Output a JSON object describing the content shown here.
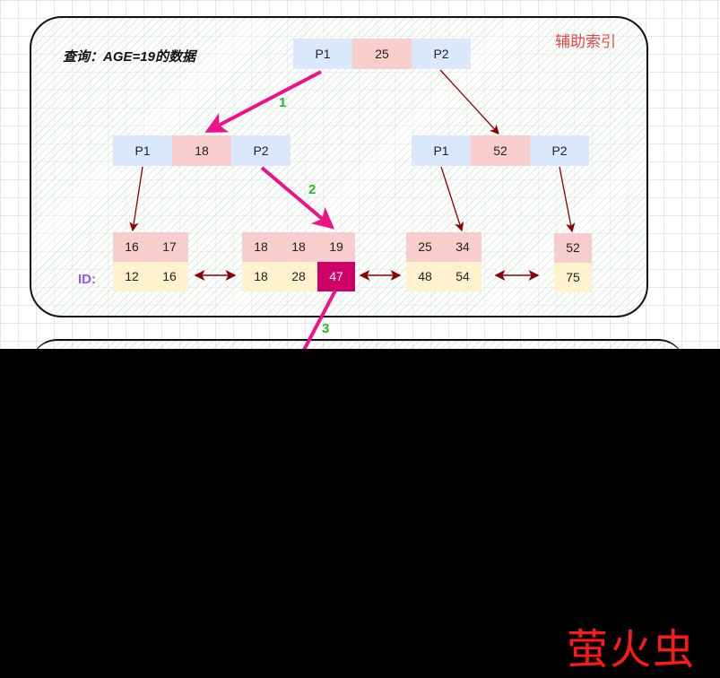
{
  "query_label": "查询：AGE=19的数据",
  "index_label": "辅助索引",
  "id_label": "ID:",
  "root": {
    "left": "P1",
    "key": "25",
    "right": "P2"
  },
  "mid_left": {
    "left": "P1",
    "key": "18",
    "right": "P2"
  },
  "mid_right": {
    "left": "P1",
    "key": "52",
    "right": "P2"
  },
  "leaves": [
    {
      "keys": [
        "16",
        "17"
      ],
      "ids": [
        "12",
        "16"
      ]
    },
    {
      "keys": [
        "18",
        "18",
        "19"
      ],
      "ids": [
        "18",
        "28",
        "47"
      ]
    },
    {
      "keys": [
        "25",
        "34"
      ],
      "ids": [
        "48",
        "54"
      ]
    },
    {
      "keys": [
        "52"
      ],
      "ids": [
        "75"
      ]
    }
  ],
  "steps": [
    "1",
    "2",
    "3"
  ],
  "highlight": {
    "id": "47",
    "color": "#cc0066"
  },
  "colors": {
    "pointer": "#dae8fc",
    "key": "#f8cecc",
    "id": "#fff2cc",
    "path": "#ee1188",
    "link": "#8b0000",
    "step": "#22bb22"
  },
  "watermark": "萤火虫"
}
